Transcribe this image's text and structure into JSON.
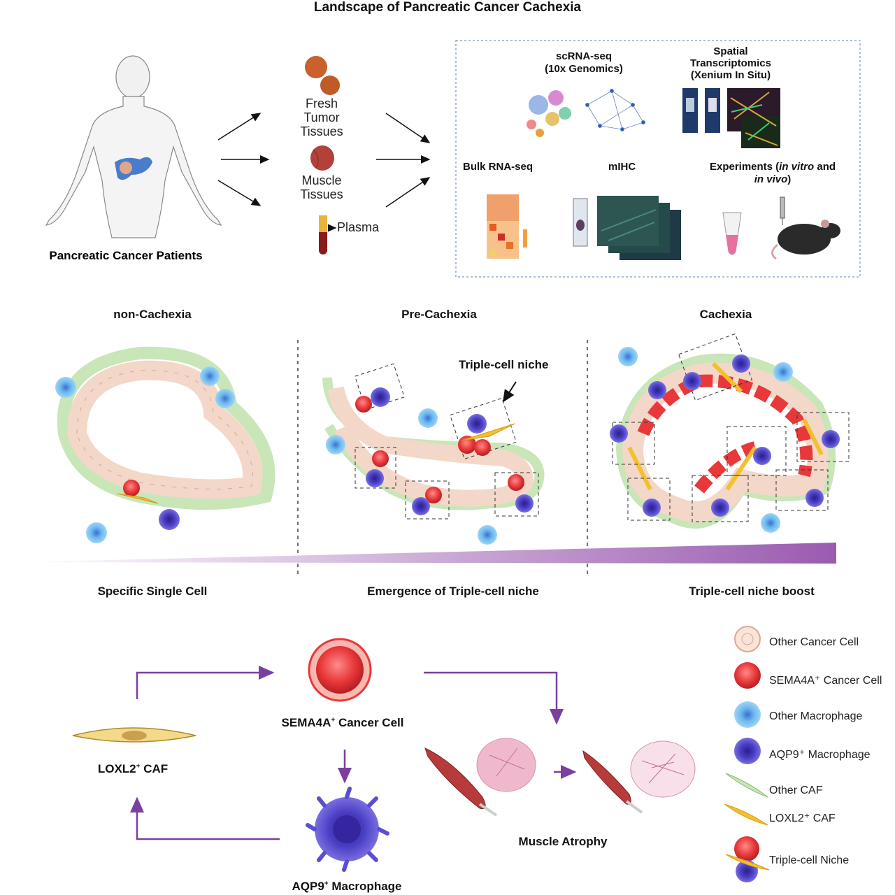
{
  "title": "Landscape of Pancreatic Cancer  Cachexia",
  "patients_label": "Pancreatic Cancer Patients",
  "samples": {
    "fresh_tumor": [
      "Fresh",
      "Tumor",
      "Tissues"
    ],
    "muscle": [
      "Muscle",
      "Tissues"
    ],
    "plasma": "Plasma"
  },
  "methods": {
    "scrnaseq": [
      "scRNA-seq",
      "(10x Genomics)"
    ],
    "spatial": [
      "Spatial",
      "Transcriptomics",
      "(Xenium In Situ)"
    ],
    "bulk": "Bulk RNA-seq",
    "mihc": "mIHC",
    "experiments_1": "Experiments (",
    "experiments_italic1": "in vitro",
    "experiments_2": " and",
    "experiments_italic2": "in vivo",
    "experiments_3": ")"
  },
  "stages": {
    "non": "non-Cachexia",
    "pre": "Pre-Cachexia",
    "cachexia": "Cachexia",
    "triple_callout": "Triple-cell niche"
  },
  "stage_captions": {
    "left": "Specific Single Cell",
    "middle": "Emergence of Triple-cell niche",
    "right": "Triple-cell niche boost"
  },
  "mechanism": {
    "sema4a": "SEMA4A",
    "sema4a_sup": "+",
    "sema4a_suffix": " Cancer Cell",
    "loxl2": "LOXL2",
    "loxl2_sup": "+",
    "loxl2_suffix": " CAF",
    "aqp9": "AQP9",
    "aqp9_sup": "+",
    "aqp9_suffix": " Macrophage",
    "atrophy": "Muscle Atrophy"
  },
  "legend": [
    {
      "label": "Other Cancer Cell",
      "icon": "other-cancer-cell-icon"
    },
    {
      "label": "SEMA4A⁺ Cancer Cell",
      "icon": "sema4a-cancer-cell-icon"
    },
    {
      "label": "Other Macrophage",
      "icon": "other-macrophage-icon"
    },
    {
      "label": "AQP9⁺ Macrophage",
      "icon": "aqp9-macrophage-icon"
    },
    {
      "label": "Other CAF",
      "icon": "other-caf-icon"
    },
    {
      "label": "LOXL2⁺ CAF",
      "icon": "loxl2-caf-icon"
    },
    {
      "label": "Triple-cell Niche",
      "icon": "triple-cell-niche-icon"
    }
  ],
  "colors": {
    "cancer_cell": "#f3d7c8",
    "sema4a": "#e8383a",
    "macrophage": "#5fb3ea",
    "aqp9": "#4a3fc4",
    "caf_green": "#c8e6b8",
    "caf_yellow": "#f2c12e",
    "arrow_purple": "#7b3fa0",
    "gradient": "#9a5bb0"
  }
}
